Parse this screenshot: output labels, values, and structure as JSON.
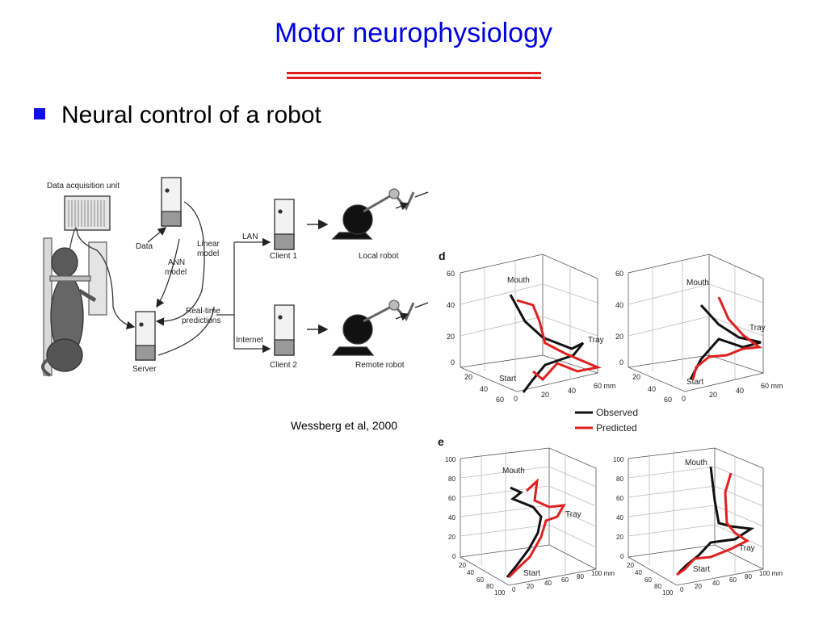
{
  "slide": {
    "title": "Motor neurophysiology",
    "bullet": "Neural control of a robot",
    "citation": "Wessberg et al, 2000",
    "colors": {
      "title": "#0000e0",
      "rule": "#e02020",
      "bullet": "#1010e0",
      "observed": "#111111",
      "predicted": "#e02020"
    }
  },
  "schematic": {
    "data_acquisition_unit": "Data acquisition unit",
    "data": "Data",
    "linear_model": [
      "Linear",
      "model"
    ],
    "ann_model": [
      "ANN",
      "model"
    ],
    "realtime_predictions": [
      "Real-time",
      "predictions"
    ],
    "server": "Server",
    "lan": "LAN",
    "internet": "Internet",
    "client1": "Client 1",
    "client2": "Client 2",
    "local_robot": "Local robot",
    "remote_robot": "Remote robot"
  },
  "panels": {
    "d": {
      "label": "d",
      "yticks": [
        "60",
        "40",
        "20",
        "0"
      ],
      "depth_ticks": [
        "20",
        "40",
        "60"
      ],
      "xticks": [
        "0",
        "20",
        "40",
        "60 mm"
      ],
      "mouth": "Mouth",
      "tray": "Tray",
      "start": "Start"
    },
    "e": {
      "label": "e",
      "yticks": [
        "100",
        "80",
        "60",
        "40",
        "20",
        "0"
      ],
      "depth_ticks": [
        "20",
        "40",
        "60",
        "80",
        "100"
      ],
      "xticks": [
        "0",
        "20",
        "40",
        "60",
        "80",
        "100 mm"
      ],
      "mouth": "Mouth",
      "tray": "Tray",
      "start": "Start"
    }
  },
  "legend": {
    "observed": "Observed",
    "predicted": "Predicted"
  }
}
